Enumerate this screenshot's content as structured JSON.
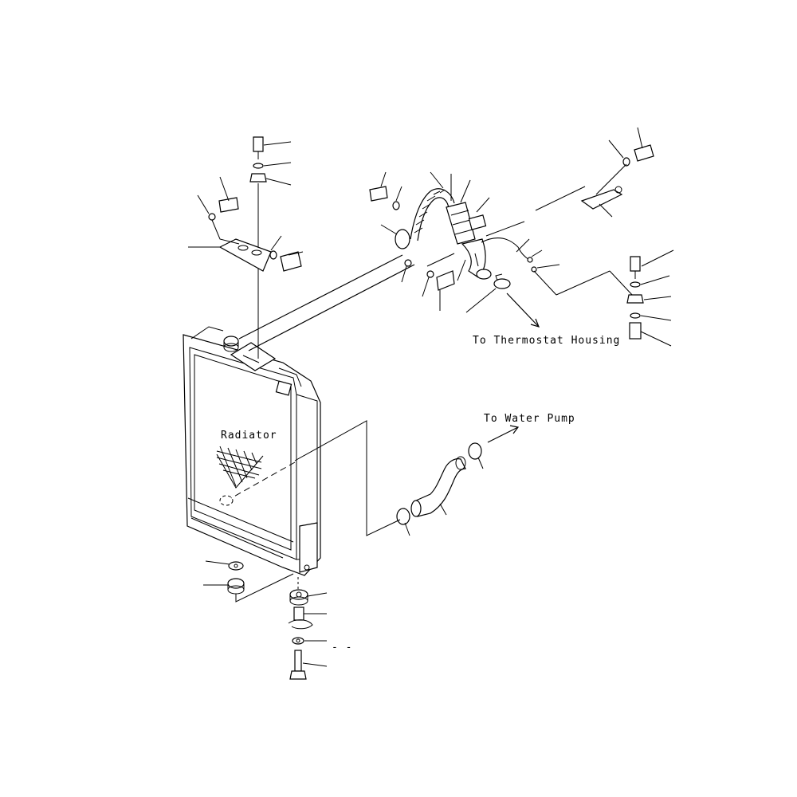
{
  "labels": {
    "radiator": "Radiator",
    "to_thermostat": "To Thermostat Housing",
    "to_water_pump": "To Water Pump",
    "dash": "- -"
  },
  "colors": {
    "ink": "#000000",
    "paper": "#ffffff"
  }
}
